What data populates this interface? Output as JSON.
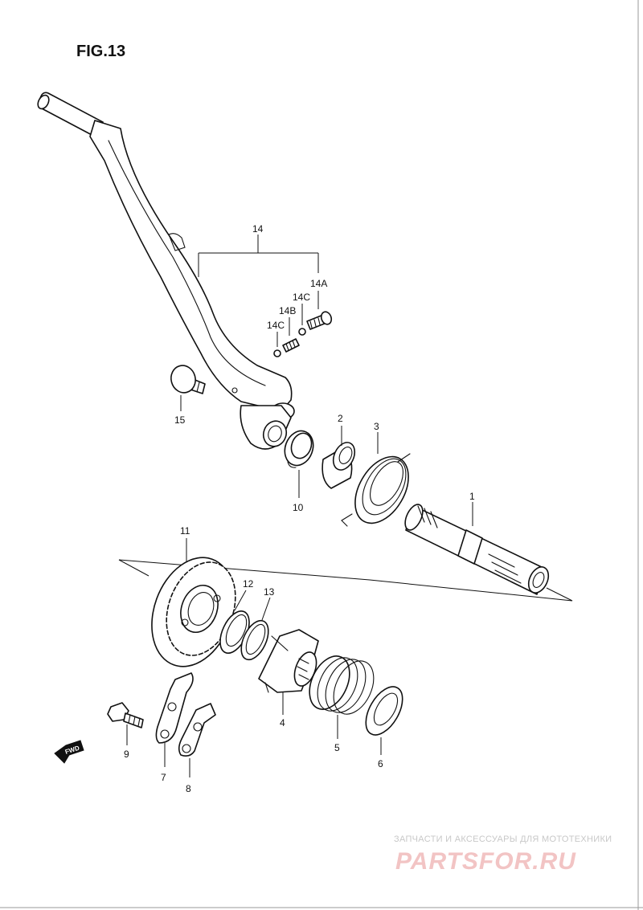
{
  "figure": {
    "title": "FIG.13"
  },
  "labels": {
    "p1": "1",
    "p2": "2",
    "p3": "3",
    "p4": "4",
    "p5": "5",
    "p6": "6",
    "p7": "7",
    "p8": "8",
    "p9": "9",
    "p10": "10",
    "p11": "11",
    "p12": "12",
    "p13": "13",
    "p14": "14",
    "p14a": "14A",
    "p14b": "14B",
    "p14c_upper": "14C",
    "p14c_lower": "14C",
    "p15": "15"
  },
  "fwd": {
    "label": "FWD"
  },
  "watermark": {
    "line1": "ЗАПЧАСТИ И АКСЕССУАРЫ ДЛЯ МОТОТЕХНИКИ",
    "line2": "PARTSFOR.RU",
    "colors": {
      "line1": "#c8c8c8",
      "line2": "#f2c4c4"
    }
  },
  "colors": {
    "ink": "#111111",
    "paper": "#ffffff"
  }
}
